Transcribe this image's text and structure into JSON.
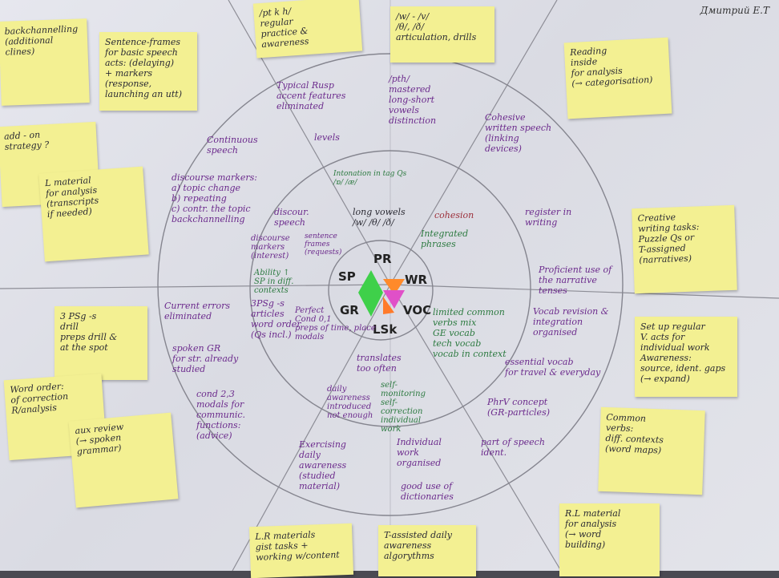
{
  "signature": "Дмитрий Е.Т",
  "core": {
    "sp": "SP",
    "pr": "PR",
    "wr": "WR",
    "voc": "VOC",
    "lsk": "LSk",
    "gr": "GR"
  },
  "notes": {
    "n1": "backchannelling\n(additional\nclines)",
    "n2": "Sentence-frames\nfor basic speech\nacts: (delaying)\n+ markers\n(response,\nlaunching an utt)",
    "n3": "/pt k h/\nregular\npractice &\nawareness",
    "n4": "/w/ - /v/\n/θ/, /ð/\narticulation, drills",
    "n5": "Reading\ninside\nfor analysis\n(→ categorisation)",
    "n6": "add - on\nstrategy ?",
    "n7": "L material\nfor analysis\n(transcripts\nif needed)",
    "n8": "Creative\nwriting tasks:\nPuzzle Qs or\nT-assigned\n(narratives)",
    "n9": "3 PSg -s\ndrill\npreps drill &\nat the spot",
    "n10": "Set up regular\nV. acts for\nindividual work\nAwareness:\nsource, ident. gaps\n(→ expand)",
    "n11": "Word order:\nof correction\nR/analysis",
    "n12": "aux review\n(→ spoken\ngrammar)",
    "n13": "Common\nverbs:\ndiff. contexts\n(word maps)",
    "n14": "L.R materials\ngist tasks +\nworking w/content",
    "n15": "T-assisted daily\nawareness\nalgorythms",
    "n16": "R.L material\nfor analysis\n(→ word\nbuilding)"
  },
  "outer": {
    "t1": "Typical Rusp\naccent features\neliminated",
    "t2": "levels",
    "t3": "/pth/\nmastered\nlong-short\nvowels\ndistinction",
    "t4": "Cohesive\nwritten speech\n(linking\ndevices)",
    "t5": "Continuous\nspeech",
    "t6": "discourse markers:\na) topic change\nb) repeating\nc) contr. the topic\nbackchannelling",
    "t7": "register in\nwriting",
    "t8": "Proficient use of\nthe narrative\ntenses",
    "t9": "Current errors\neliminated",
    "t10": "spoken GR\nfor str. already\nstudied",
    "t11": "cond 2,3\nmodals for\ncommunic.\nfunctions:\n(advice)",
    "t12": "Vocab revision &\nintegration\norganised",
    "t13": "essential vocab\nfor travel & everyday",
    "t14": "PhrV concept\n(GR-particles)",
    "t15": "part of speech\nident.",
    "t16": "Exercising\ndaily\nawareness\n(studied\nmaterial)",
    "t17": "Individual\nwork\norganised",
    "t18": "good use of\ndictionaries"
  },
  "inner": {
    "i1": "Intonation in tag Qs\n/ɒ/ /æ/",
    "i2": "long vowels\n/w/ /θ/ /ð/",
    "i3": "cohesion",
    "i4": "Integrated\nphrases",
    "i5": "discour.\nspeech",
    "i6": "discourse\nmarkers\n(interest)",
    "i7": "sentence\nframes\n(requests)",
    "i8": "Ability ↑\nSP in diff.\ncontexts",
    "i9": "3PSg -s\narticles\nword order\n(Qs incl.)",
    "i10": "Perfect\nCond 0,1\npreps of time, place\nmodals",
    "i11": "limited common\nverbs mix\nGE vocab\ntech vocab\nvocab in context",
    "i12": "translates\ntoo often",
    "i13": "daily\nawareness\nintroduced\nnot enough",
    "i14": "self-\nmonitoring\nself-\ncorrection\nindividual\nwork"
  }
}
